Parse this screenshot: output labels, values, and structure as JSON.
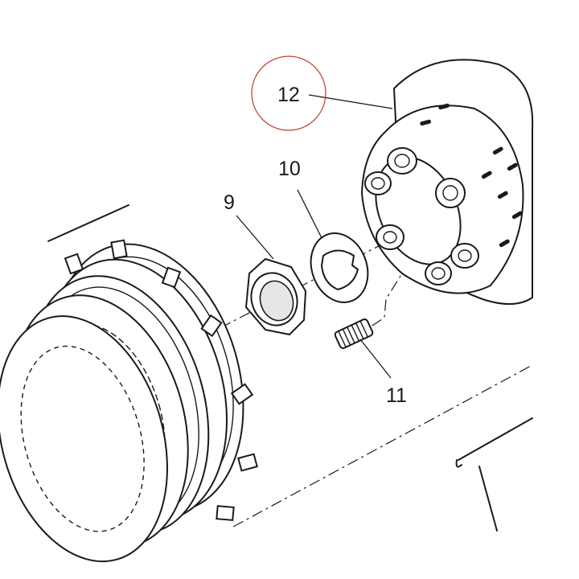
{
  "callouts": [
    {
      "id": "9",
      "label": "9"
    },
    {
      "id": "10",
      "label": "10"
    },
    {
      "id": "11",
      "label": "11"
    },
    {
      "id": "12",
      "label": "12"
    }
  ],
  "highlight": {
    "target": "12",
    "color": "#c0392b"
  },
  "colors": {
    "line": "#1a1a1a",
    "background": "#ffffff"
  }
}
